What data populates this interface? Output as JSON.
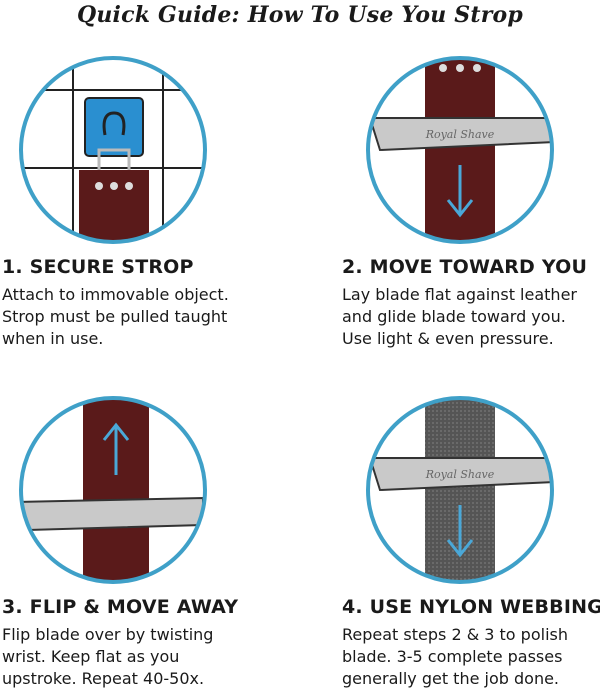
{
  "title": "Quick Guide: How To Use You Strop",
  "colors": {
    "leather": "#5a1a1a",
    "ring": "#3fa0c8",
    "hook": "#2a8fd0",
    "arrow": "#4aa8d8",
    "blade": "#c9c9c9",
    "nylon": "#555555"
  },
  "steps": [
    {
      "heading": "1. SECURE STROP",
      "lines": [
        "Attach to immovable object.",
        "Strop must be pulled taught",
        "when in use."
      ]
    },
    {
      "heading": "2. MOVE TOWARD YOU",
      "lines": [
        "Lay blade flat against leather",
        "and glide blade toward you.",
        "Use light & even pressure."
      ],
      "blade_text": "Royal Shave"
    },
    {
      "heading": "3. FLIP & MOVE AWAY",
      "lines": [
        "Flip blade over by twisting",
        "wrist. Keep flat as you",
        "upstroke. Repeat 40-50x."
      ]
    },
    {
      "heading": "4. USE NYLON WEBBING",
      "lines": [
        "Repeat steps 2 & 3 to polish",
        "blade. 3-5 complete passes",
        "generally get the job done."
      ],
      "blade_text": "Royal Shave"
    }
  ]
}
